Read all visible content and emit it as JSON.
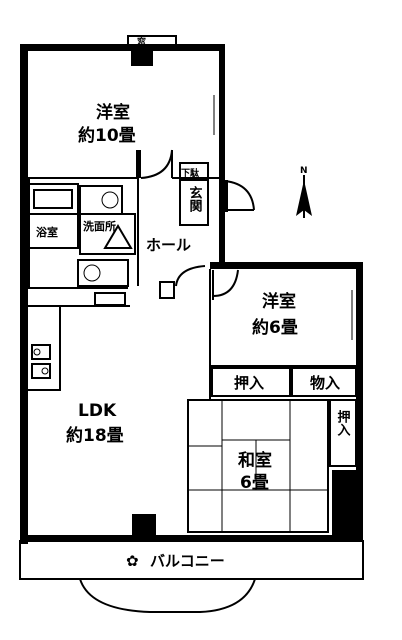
{
  "rooms": {
    "western1_name": "洋室",
    "western1_size": "約10畳",
    "western2_name": "洋室",
    "western2_size": "約6畳",
    "ldk_name": "LDK",
    "ldk_size": "約18畳",
    "japanese_name": "和室",
    "japanese_size": "6畳",
    "hall": "ホール",
    "entrance": "玄関",
    "bath": "浴室",
    "washroom": "洗面所",
    "balcony": "バルコニー"
  },
  "storage": {
    "closet_a": "押入",
    "closet_b": "物入",
    "closet_c": "押入"
  },
  "fixtures": {
    "shoe_box": "下駄",
    "top_door": "窓"
  },
  "compass": {
    "north_label": "N"
  }
}
